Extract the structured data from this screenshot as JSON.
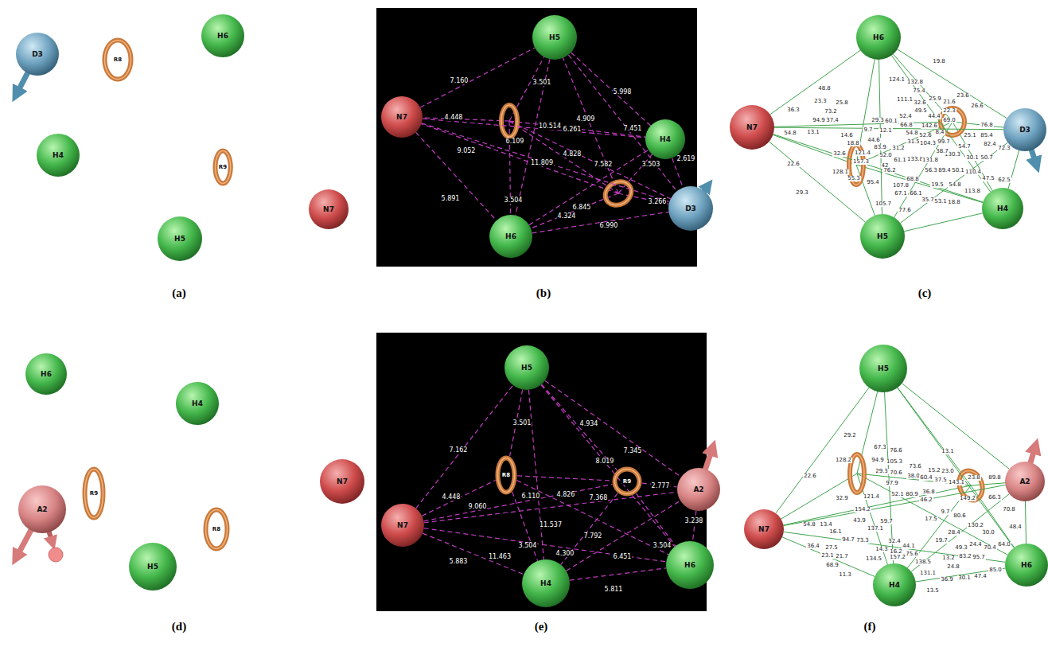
{
  "diagram": {
    "nodes": [
      {
        "text": [
          "D3"
        ]
      },
      {
        "text": [
          "R8"
        ]
      },
      {
        "text": [
          "H6"
        ]
      },
      {
        "text": [
          "H4"
        ]
      },
      {
        "text": [
          "R9"
        ]
      },
      {
        "text": [
          "H5"
        ]
      },
      {
        "text": [
          "N7"
        ]
      },
      {
        "text": [
          "H5"
        ]
      },
      {
        "text": [
          "N7"
        ]
      },
      {
        "text": [
          "H4"
        ]
      },
      {
        "text": [
          "H6"
        ]
      },
      {
        "text": [
          "D3"
        ]
      },
      {
        "text": [
          "H6"
        ]
      },
      {
        "text": [
          "N7"
        ]
      },
      {
        "text": [
          "D3"
        ]
      },
      {
        "text": [
          "H4"
        ]
      },
      {
        "text": [
          "H5"
        ]
      },
      {
        "text": [
          "H6"
        ]
      },
      {
        "text": [
          "H4"
        ]
      },
      {
        "text": [
          "R9"
        ]
      },
      {
        "text": [
          "A2"
        ]
      },
      {
        "text": [
          "R8"
        ]
      },
      {
        "text": [
          "H5"
        ]
      },
      {
        "text": [
          "N7"
        ]
      },
      {
        "text": [
          "H5"
        ]
      },
      {
        "text": [
          "N7"
        ]
      },
      {
        "text": [
          "R8"
        ]
      },
      {
        "text": [
          "R9"
        ]
      },
      {
        "text": [
          "A2"
        ]
      },
      {
        "text": [
          "H6"
        ]
      },
      {
        "text": [
          "H4"
        ]
      },
      {
        "text": [
          "H5"
        ]
      },
      {
        "text": [
          "A2"
        ]
      },
      {
        "text": [
          "N7"
        ]
      },
      {
        "text": [
          "H4"
        ]
      },
      {
        "text": [
          "H6"
        ]
      }
    ],
    "edges": [
      {
        "from": 8,
        "to": 7,
        "arrow": "none"
      },
      {
        "from": 7,
        "to": 9,
        "arrow": "none"
      },
      {
        "from": 7,
        "to": 10,
        "arrow": "none"
      },
      {
        "from": 7,
        "to": 11,
        "arrow": "none"
      },
      {
        "from": 8,
        "to": 9,
        "arrow": "none"
      },
      {
        "from": 8,
        "to": 10,
        "arrow": "none"
      },
      {
        "from": 8,
        "to": 11,
        "arrow": "none"
      },
      {
        "from": 10,
        "to": 11,
        "arrow": "none"
      },
      {
        "from": 10,
        "to": 9,
        "arrow": "none"
      },
      {
        "from": 9,
        "to": 11,
        "arrow": "none"
      },
      {
        "from": 13,
        "to": 12,
        "arrow": "none"
      },
      {
        "from": 12,
        "to": 14,
        "arrow": "none"
      },
      {
        "from": 14,
        "to": 15,
        "arrow": "none"
      },
      {
        "from": 15,
        "to": 16,
        "arrow": "none"
      },
      {
        "from": 16,
        "to": 13,
        "arrow": "none"
      },
      {
        "from": 13,
        "to": 14,
        "arrow": "none"
      },
      {
        "from": 13,
        "to": 15,
        "arrow": "none"
      },
      {
        "from": 12,
        "to": 16,
        "arrow": "none"
      },
      {
        "from": 12,
        "to": 15,
        "arrow": "none"
      },
      {
        "from": 16,
        "to": 14,
        "arrow": "none"
      },
      {
        "from": 25,
        "to": 24,
        "arrow": "none"
      },
      {
        "from": 24,
        "to": 28,
        "arrow": "none"
      },
      {
        "from": 24,
        "to": 30,
        "arrow": "none"
      },
      {
        "from": 25,
        "to": 28,
        "arrow": "none"
      },
      {
        "from": 25,
        "to": 30,
        "arrow": "none"
      },
      {
        "from": 25,
        "to": 29,
        "arrow": "none"
      },
      {
        "from": 30,
        "to": 29,
        "arrow": "none"
      },
      {
        "from": 28,
        "to": 29,
        "arrow": "none"
      },
      {
        "from": 24,
        "to": 29,
        "arrow": "none"
      },
      {
        "from": 30,
        "to": 28,
        "arrow": "none"
      },
      {
        "from": 25,
        "to": 26,
        "arrow": "none"
      },
      {
        "from": 24,
        "to": 26,
        "arrow": "none"
      },
      {
        "from": 26,
        "to": 30,
        "arrow": "none"
      },
      {
        "from": 26,
        "to": 29,
        "arrow": "none"
      },
      {
        "from": 26,
        "to": 27,
        "arrow": "none"
      },
      {
        "from": 24,
        "to": 27,
        "arrow": "none"
      },
      {
        "from": 27,
        "to": 28,
        "arrow": "none"
      },
      {
        "from": 27,
        "to": 29,
        "arrow": "none"
      },
      {
        "from": 27,
        "to": 30,
        "arrow": "none"
      },
      {
        "from": 25,
        "to": 27,
        "arrow": "none"
      },
      {
        "from": 33,
        "to": 31,
        "arrow": "none"
      },
      {
        "from": 31,
        "to": 32,
        "arrow": "none"
      },
      {
        "from": 32,
        "to": 35,
        "arrow": "none"
      },
      {
        "from": 35,
        "to": 34,
        "arrow": "none"
      },
      {
        "from": 34,
        "to": 33,
        "arrow": "none"
      },
      {
        "from": 33,
        "to": 32,
        "arrow": "none"
      },
      {
        "from": 33,
        "to": 35,
        "arrow": "none"
      },
      {
        "from": 31,
        "to": 34,
        "arrow": "none"
      },
      {
        "from": 31,
        "to": 35,
        "arrow": "none"
      },
      {
        "from": 34,
        "to": 32,
        "arrow": "none"
      }
    ],
    "labels": [
      "(a)",
      "(b)",
      "(c)",
      "(d)",
      "(e)",
      "(f)",
      "7.160",
      "3.501",
      "5.998",
      "4.448",
      "4.909",
      "10.514",
      "6.261",
      "7.451",
      "6.109",
      "9.052",
      "4.828",
      "11.809",
      "7.582",
      "3.503",
      "2.619",
      "5.891",
      "3.504",
      "6.845",
      "3.266",
      "4.324",
      "6.990",
      "19.8",
      "124.1",
      "132.8",
      "48.8",
      "75.4",
      "21.6",
      "23.6",
      "26.6",
      "23.3",
      "25.8",
      "111.1",
      "32.6",
      "25.9",
      "22.3",
      "36.3",
      "73.2",
      "49.5",
      "44.4",
      "52.4",
      "69.0",
      "94.9",
      "37.4",
      "29.3",
      "60.1",
      "66.8",
      "142.6",
      "76.8",
      "12.1",
      "54.8",
      "52.6",
      "25.1",
      "82.4",
      "85.4",
      "54.8",
      "13.1",
      "14.6",
      "9.7",
      "8.4",
      "54.7",
      "130.3",
      "30.1",
      "50.7",
      "72.3",
      "44.6",
      "83.9",
      "31.5",
      "104.3",
      "99.7",
      "121.4",
      "18.8",
      "157.3",
      "52.0",
      "31.2",
      "61.1",
      "133.8",
      "42",
      "131.8",
      "38.7",
      "56.3",
      "89.4",
      "50.1",
      "110.4",
      "47.5",
      "62.5",
      "22.6",
      "32.6",
      "128.1",
      "55.3",
      "29.3",
      "76.2",
      "95.4",
      "107.8",
      "68.8",
      "67.1",
      "66.1",
      "113.8",
      "105.7",
      "19.5",
      "54.8",
      "35.7",
      "53.1",
      "18.8",
      "77.6",
      "3.501",
      "4.934",
      "7.345",
      "7.162",
      "8.019",
      "4.448",
      "6.110",
      "4.826",
      "7.368",
      "2.777",
      "9.060",
      "11.537",
      "7.792",
      "3.504",
      "3.504",
      "3.238",
      "4.300",
      "6.451",
      "11.463",
      "5.883",
      "5.811",
      "29.2",
      "67.3",
      "76.6",
      "13.1",
      "94.9",
      "105.3",
      "73.6",
      "15.2",
      "23.0",
      "128.2",
      "29.3",
      "70.6",
      "38.0",
      "60.4",
      "37.5",
      "143.1",
      "23.8",
      "97.9",
      "36.8",
      "22.6",
      "52.1",
      "80.9",
      "46.2",
      "89.8",
      "32.9",
      "121.4",
      "154.2",
      "137.1",
      "149.2",
      "54.8",
      "13.4",
      "66.3",
      "36.4",
      "94.7",
      "43.9",
      "16.1",
      "59.7",
      "73.3",
      "70.8",
      "27.5",
      "23.1",
      "21.7",
      "32.4",
      "44.1",
      "14.3",
      "16.2",
      "75.6",
      "19.7",
      "28.4",
      "30.0",
      "49.3",
      "24.4",
      "70.4",
      "64.0",
      "68.9",
      "11.3",
      "134.5",
      "138.5",
      "131.1",
      "13.2",
      "24.8",
      "48.4",
      "13.5",
      "36.9",
      "30.1",
      "47.4",
      "85.0",
      "157.2",
      "80.6",
      "83.2",
      "130.2",
      "9.7",
      "17.5",
      "95.7"
    ]
  }
}
